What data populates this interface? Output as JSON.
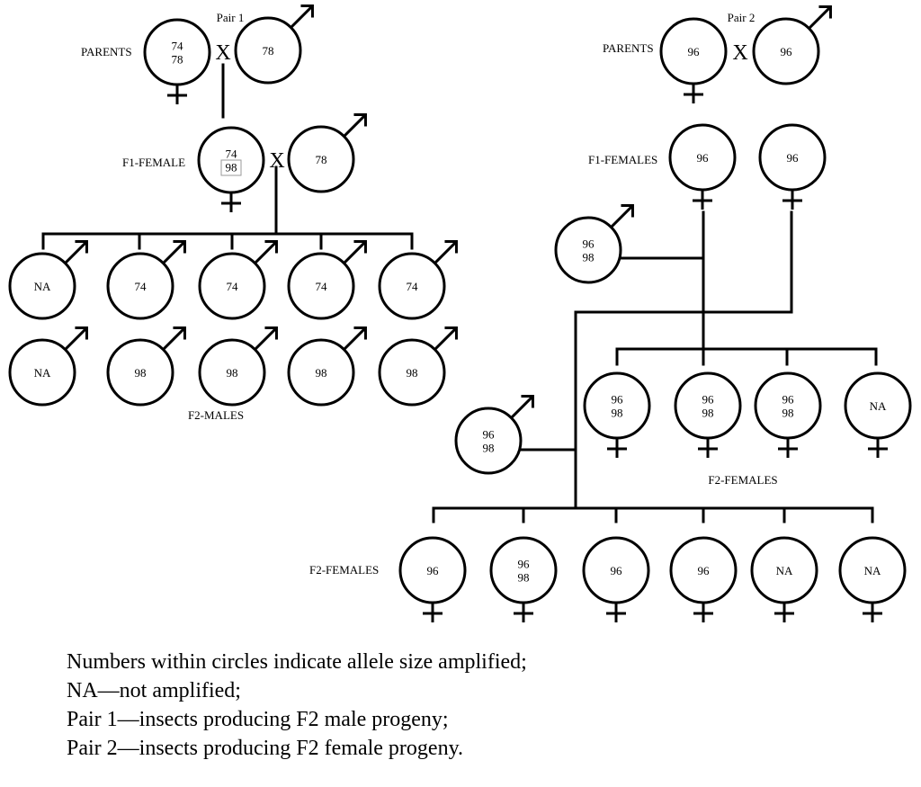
{
  "pair1": {
    "title": "Pair 1",
    "parents_label": "PARENTS",
    "cross_symbol": "X",
    "parents": [
      {
        "sex": "female",
        "alleles": [
          "74",
          "78"
        ]
      },
      {
        "sex": "male",
        "alleles": [
          "78"
        ]
      }
    ],
    "f1_label": "F1-FEMALE",
    "f1": [
      {
        "sex": "female",
        "alleles": [
          "74",
          "98"
        ]
      },
      {
        "sex": "male",
        "alleles": [
          "78"
        ]
      }
    ],
    "f2_label": "F2-MALES",
    "f2_row1": [
      {
        "sex": "male",
        "alleles": [
          "NA"
        ]
      },
      {
        "sex": "male",
        "alleles": [
          "74"
        ]
      },
      {
        "sex": "male",
        "alleles": [
          "74"
        ]
      },
      {
        "sex": "male",
        "alleles": [
          "74"
        ]
      },
      {
        "sex": "male",
        "alleles": [
          "74"
        ]
      }
    ],
    "f2_row2": [
      {
        "sex": "male",
        "alleles": [
          "NA"
        ]
      },
      {
        "sex": "male",
        "alleles": [
          "98"
        ]
      },
      {
        "sex": "male",
        "alleles": [
          "98"
        ]
      },
      {
        "sex": "male",
        "alleles": [
          "98"
        ]
      },
      {
        "sex": "male",
        "alleles": [
          "98"
        ]
      }
    ]
  },
  "pair2": {
    "title": "Pair 2",
    "parents_label": "PARENTS",
    "cross_symbol": "X",
    "parents": [
      {
        "sex": "female",
        "alleles": [
          "96"
        ]
      },
      {
        "sex": "male",
        "alleles": [
          "96"
        ]
      }
    ],
    "f1_label": "F1-FEMALES",
    "f1": [
      {
        "sex": "female",
        "alleles": [
          "96"
        ]
      },
      {
        "sex": "female",
        "alleles": [
          "96"
        ]
      }
    ],
    "mate_a": {
      "sex": "male",
      "alleles": [
        "96",
        "98"
      ]
    },
    "f2_group1_label": "F2-FEMALES",
    "f2_group1": [
      {
        "sex": "female",
        "alleles": [
          "96",
          "98"
        ]
      },
      {
        "sex": "female",
        "alleles": [
          "96",
          "98"
        ]
      },
      {
        "sex": "female",
        "alleles": [
          "96",
          "98"
        ]
      },
      {
        "sex": "female",
        "alleles": [
          "NA"
        ]
      }
    ],
    "mate_b": {
      "sex": "male",
      "alleles": [
        "96",
        "98"
      ]
    },
    "f2_group2_label": "F2-FEMALES",
    "f2_group2": [
      {
        "sex": "female",
        "alleles": [
          "96"
        ]
      },
      {
        "sex": "female",
        "alleles": [
          "96",
          "98"
        ]
      },
      {
        "sex": "female",
        "alleles": [
          "96"
        ]
      },
      {
        "sex": "female",
        "alleles": [
          "96"
        ]
      },
      {
        "sex": "female",
        "alleles": [
          "NA"
        ]
      },
      {
        "sex": "female",
        "alleles": [
          "NA"
        ]
      }
    ]
  },
  "caption": [
    "Numbers within circles indicate allele size amplified;",
    "NA—not amplified;",
    "Pair 1—insects producing F2 male progeny;",
    "Pair 2—insects producing F2 female progeny."
  ]
}
